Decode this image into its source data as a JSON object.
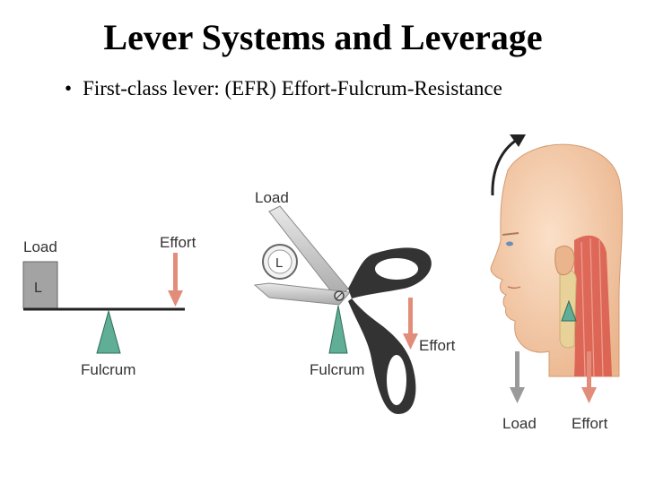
{
  "title": "Lever Systems and Leverage",
  "bullet": "First-class lever: (EFR) Effort-Fulcrum-Resistance",
  "diagram1": {
    "load_label": "Load",
    "load_box": "L",
    "effort_label": "Effort",
    "fulcrum_label": "Fulcrum"
  },
  "diagram2": {
    "load_label": "Load",
    "load_circle": "L",
    "effort_label": "Effort",
    "fulcrum_label": "Fulcrum"
  },
  "diagram3": {
    "load_label": "Load",
    "effort_label": "Effort"
  },
  "colors": {
    "fulcrum": "#5fae95",
    "effort_arrow": "#e28c7a",
    "load_arrow": "#9a9a9a",
    "load_box": "#a3a3a3",
    "skin": "#f4c9a6",
    "muscle": "#d9574a"
  }
}
